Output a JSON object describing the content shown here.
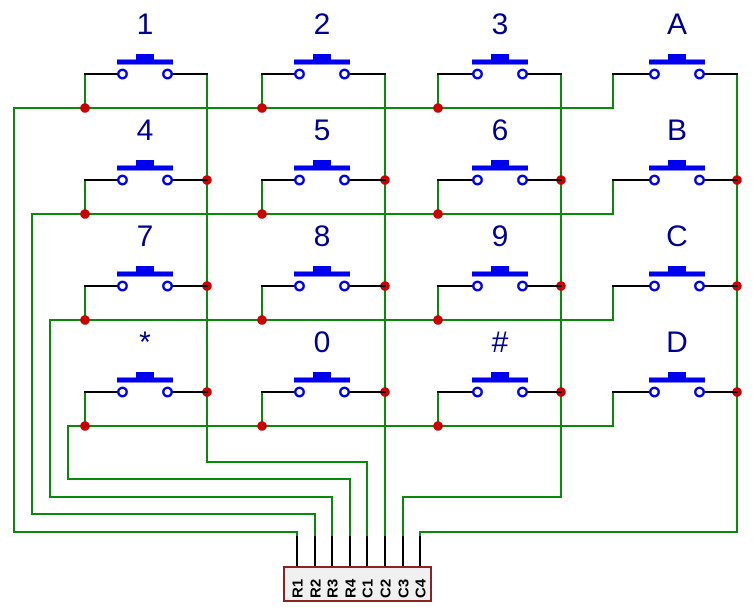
{
  "keypad": {
    "key_labels": [
      [
        "1",
        "2",
        "3",
        "A"
      ],
      [
        "4",
        "5",
        "6",
        "B"
      ],
      [
        "7",
        "8",
        "9",
        "C"
      ],
      [
        "*",
        "0",
        "#",
        "D"
      ]
    ]
  },
  "connector": {
    "pin_labels": [
      "R1",
      "R2",
      "R3",
      "R4",
      "C1",
      "C2",
      "C3",
      "C4"
    ]
  },
  "colors": {
    "background": "#ffffff",
    "wire": "#0a8a0a",
    "terminal_wire": "#000000",
    "junction": "#cc0000",
    "button": "#0000f0",
    "key_label": "#000090",
    "connector_border": "#8b2323",
    "connector_fill": "#f0f0f0",
    "pin_label": "#000000"
  }
}
